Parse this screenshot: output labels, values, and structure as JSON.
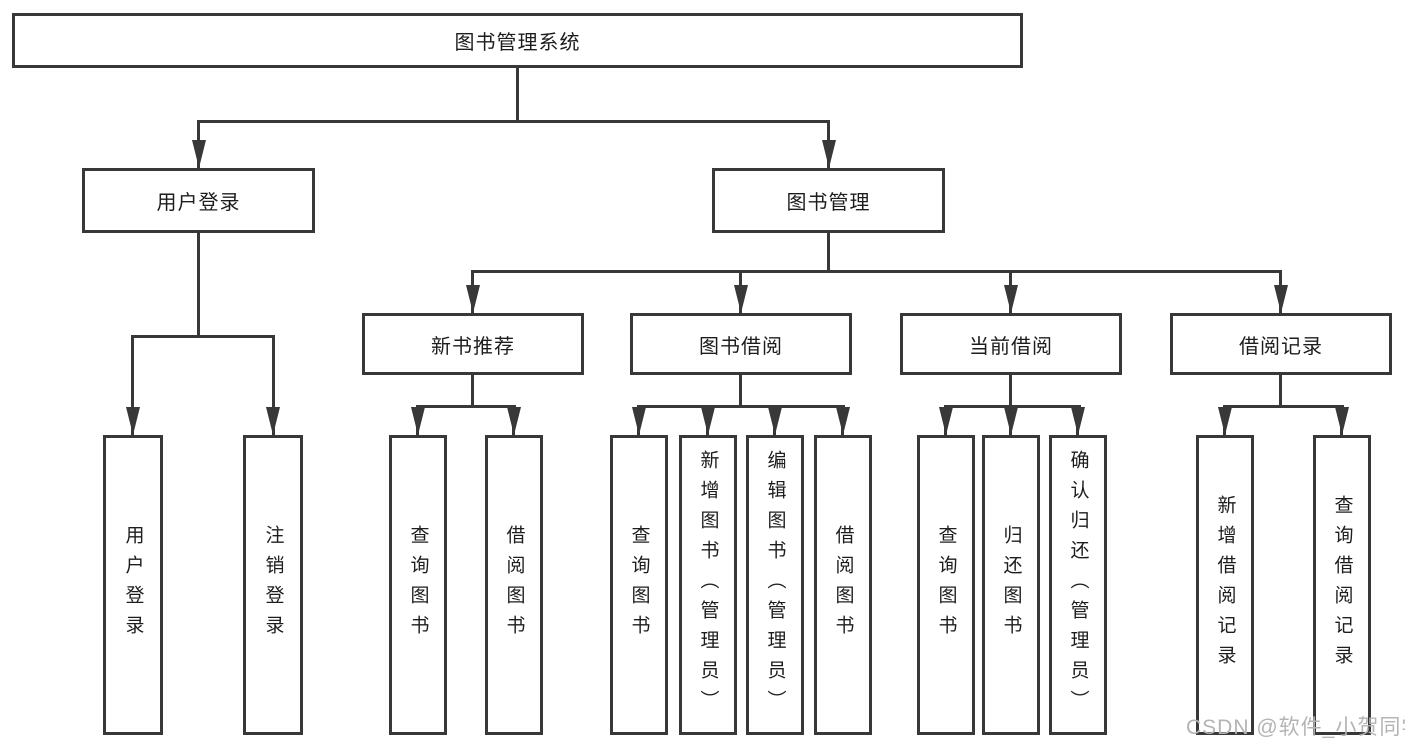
{
  "colors": {
    "line": "#383838",
    "text": "#1d1d1d",
    "watermark": "#b4b4b4",
    "background": "#ffffff"
  },
  "tree": {
    "root": "图书管理系统",
    "branches": [
      {
        "label": "用户登录",
        "children": [
          "用户登录",
          "注销登录"
        ]
      },
      {
        "label": "图书管理",
        "groups": [
          {
            "label": "新书推荐",
            "children": [
              "查询图书",
              "借阅图书"
            ]
          },
          {
            "label": "图书借阅",
            "children": [
              "查询图书",
              "新增图书（管理员）",
              "编辑图书（管理员）",
              "借阅图书"
            ]
          },
          {
            "label": "当前借阅",
            "children": [
              "查询图书",
              "归还图书",
              "确认归还（管理员）"
            ]
          },
          {
            "label": "借阅记录",
            "children": [
              "新增借阅记录",
              "查询借阅记录"
            ]
          }
        ]
      }
    ]
  },
  "watermark": {
    "text": "CSDN @软件_小贺同学"
  }
}
